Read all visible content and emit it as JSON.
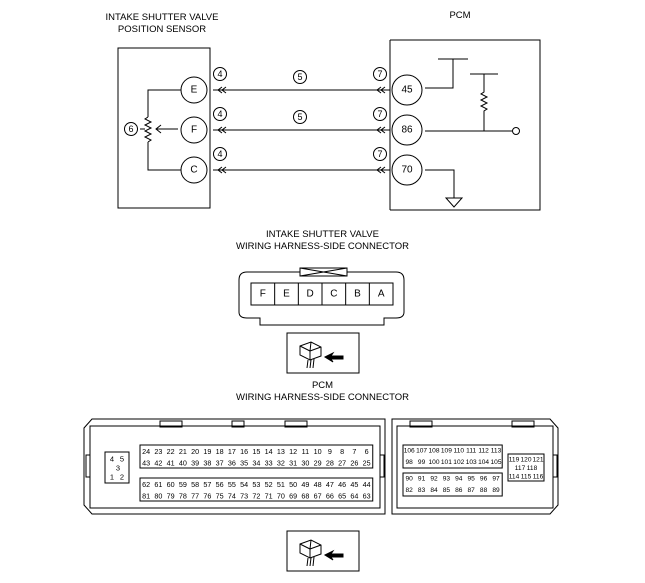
{
  "titles": {
    "sensor_line1": "INTAKE SHUTTER VALVE",
    "sensor_line2": "POSITION SENSOR",
    "pcm": "PCM",
    "conn1_line1": "INTAKE SHUTTER VALVE",
    "conn1_line2": "WIRING HARNESS-SIDE CONNECTOR",
    "conn2_line1": "PCM",
    "conn2_line2": "WIRING HARNESS-SIDE CONNECTOR"
  },
  "sensor_terminals": [
    "E",
    "F",
    "C"
  ],
  "pcm_terminals": [
    "45",
    "86",
    "70"
  ],
  "markers": {
    "sensor_side": "4",
    "wire": "5",
    "pcm_side": "7",
    "sensor_resistor": "6"
  },
  "sensor_connector_pins": [
    "F",
    "E",
    "D",
    "C",
    "B",
    "A"
  ],
  "pcm_left_block": {
    "small_grid": [
      [
        "4",
        "5"
      ],
      [
        "",
        "3"
      ],
      [
        "1",
        "2"
      ]
    ],
    "rows": [
      [
        "24",
        "23",
        "22",
        "21",
        "20",
        "19",
        "18",
        "17",
        "16",
        "15",
        "14",
        "13",
        "12",
        "11",
        "10",
        "9",
        "8",
        "7",
        "6"
      ],
      [
        "43",
        "42",
        "41",
        "40",
        "39",
        "38",
        "37",
        "36",
        "35",
        "34",
        "33",
        "32",
        "31",
        "30",
        "29",
        "28",
        "27",
        "26",
        "25"
      ],
      [
        "62",
        "61",
        "60",
        "59",
        "58",
        "57",
        "56",
        "55",
        "54",
        "53",
        "52",
        "51",
        "50",
        "49",
        "48",
        "47",
        "46",
        "45",
        "44"
      ],
      [
        "81",
        "80",
        "79",
        "78",
        "77",
        "76",
        "75",
        "74",
        "73",
        "72",
        "71",
        "70",
        "69",
        "68",
        "67",
        "66",
        "65",
        "64",
        "63"
      ]
    ]
  },
  "pcm_right_block": {
    "rows": [
      [
        "106",
        "107",
        "108",
        "109",
        "110",
        "111",
        "112",
        "113"
      ],
      [
        "98",
        "99",
        "100",
        "101",
        "102",
        "103",
        "104",
        "105"
      ],
      [
        "90",
        "91",
        "92",
        "93",
        "94",
        "95",
        "96",
        "97"
      ],
      [
        "82",
        "83",
        "84",
        "85",
        "86",
        "87",
        "88",
        "89"
      ]
    ],
    "small_grid": [
      [
        "119",
        "120",
        "121"
      ],
      [
        "117",
        "118"
      ],
      [
        "114",
        "115",
        "116"
      ]
    ]
  }
}
